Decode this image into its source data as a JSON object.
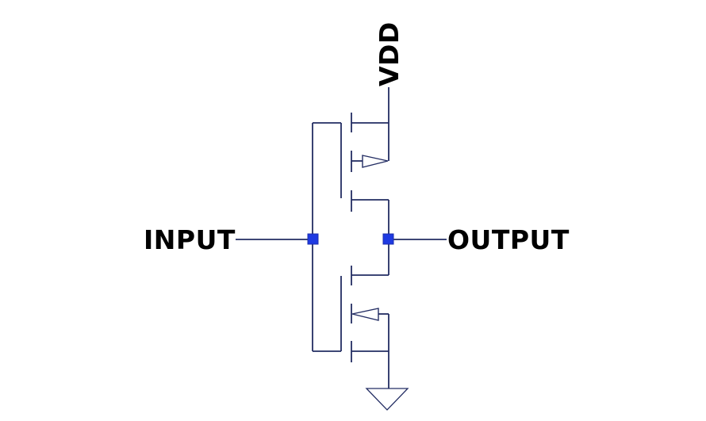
{
  "schematic": {
    "description": "CMOS inverter circuit schematic",
    "background_color": "#ffffff",
    "wire_color": "#232d63",
    "junction_fill": "#1e3ae2",
    "junction_border": "#1c2fae",
    "label_color": "#000000",
    "labels": {
      "input": "INPUT",
      "output": "OUTPUT",
      "power": "VDD"
    },
    "components": [
      {
        "name": "pmos-transistor",
        "kind": "4-terminal PMOS (bulk arrow pointing out)",
        "position": "top"
      },
      {
        "name": "nmos-transistor",
        "kind": "4-terminal NMOS (bulk arrow pointing in)",
        "position": "bottom"
      },
      {
        "name": "ground-icon",
        "kind": "earth ground triangle",
        "position": "bottom"
      },
      {
        "name": "input-junction-dot",
        "kind": "blue square wire junction"
      },
      {
        "name": "output-junction-dot",
        "kind": "blue square wire junction"
      }
    ]
  }
}
